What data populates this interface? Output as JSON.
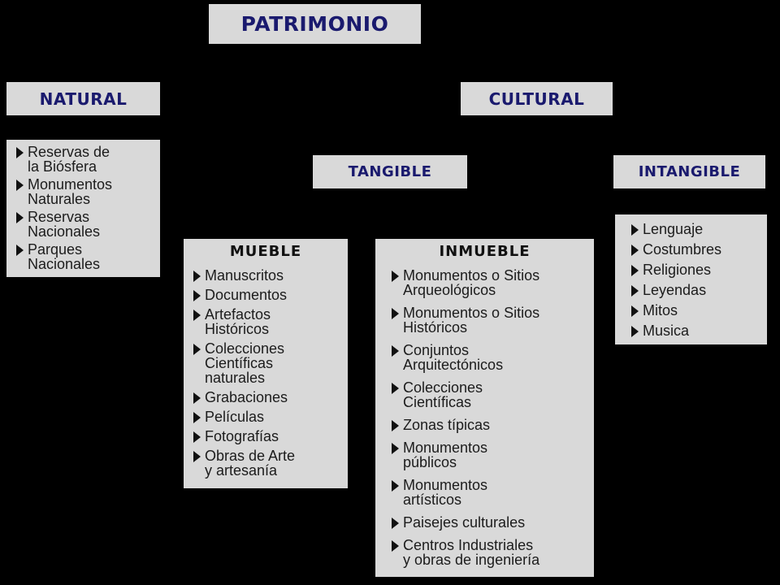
{
  "title": "PATRIMONIO",
  "natural": {
    "label": "NATURAL",
    "items": [
      "Reservas de\nla Biósfera",
      "Monumentos\nNaturales",
      "Reservas\nNacionales",
      "Parques\nNacionales"
    ]
  },
  "cultural": {
    "label": "CULTURAL"
  },
  "tangible": {
    "label": "TANGIBLE",
    "mueble": {
      "label": "MUEBLE",
      "items": [
        "Manuscritos",
        "Documentos",
        "Artefactos\nHistóricos",
        "Colecciones\nCientíficas\nnaturales",
        "Grabaciones",
        "Películas",
        "Fotografías",
        "Obras de Arte\ny artesanía"
      ]
    },
    "inmueble": {
      "label": "INMUEBLE",
      "items": [
        "Monumentos o Sitios\nArqueológicos",
        "Monumentos o Sitios\nHistóricos",
        "Conjuntos\nArquitectónicos",
        "Colecciones\nCientíficas",
        "Zonas típicas",
        "Monumentos\npúblicos",
        "Monumentos\nartísticos",
        "Paisejes culturales",
        "Centros Industriales\ny obras de ingeniería"
      ]
    }
  },
  "intangible": {
    "label": "INTANGIBLE",
    "items": [
      "Lenguaje",
      "Costumbres",
      "Religiones",
      "Leyendas",
      "Mitos",
      "Musica"
    ]
  },
  "colors": {
    "background": "#000000",
    "box": "#d9d9d9",
    "heading_text": "#1a1a6e",
    "body_text": "#1c1c1c"
  }
}
